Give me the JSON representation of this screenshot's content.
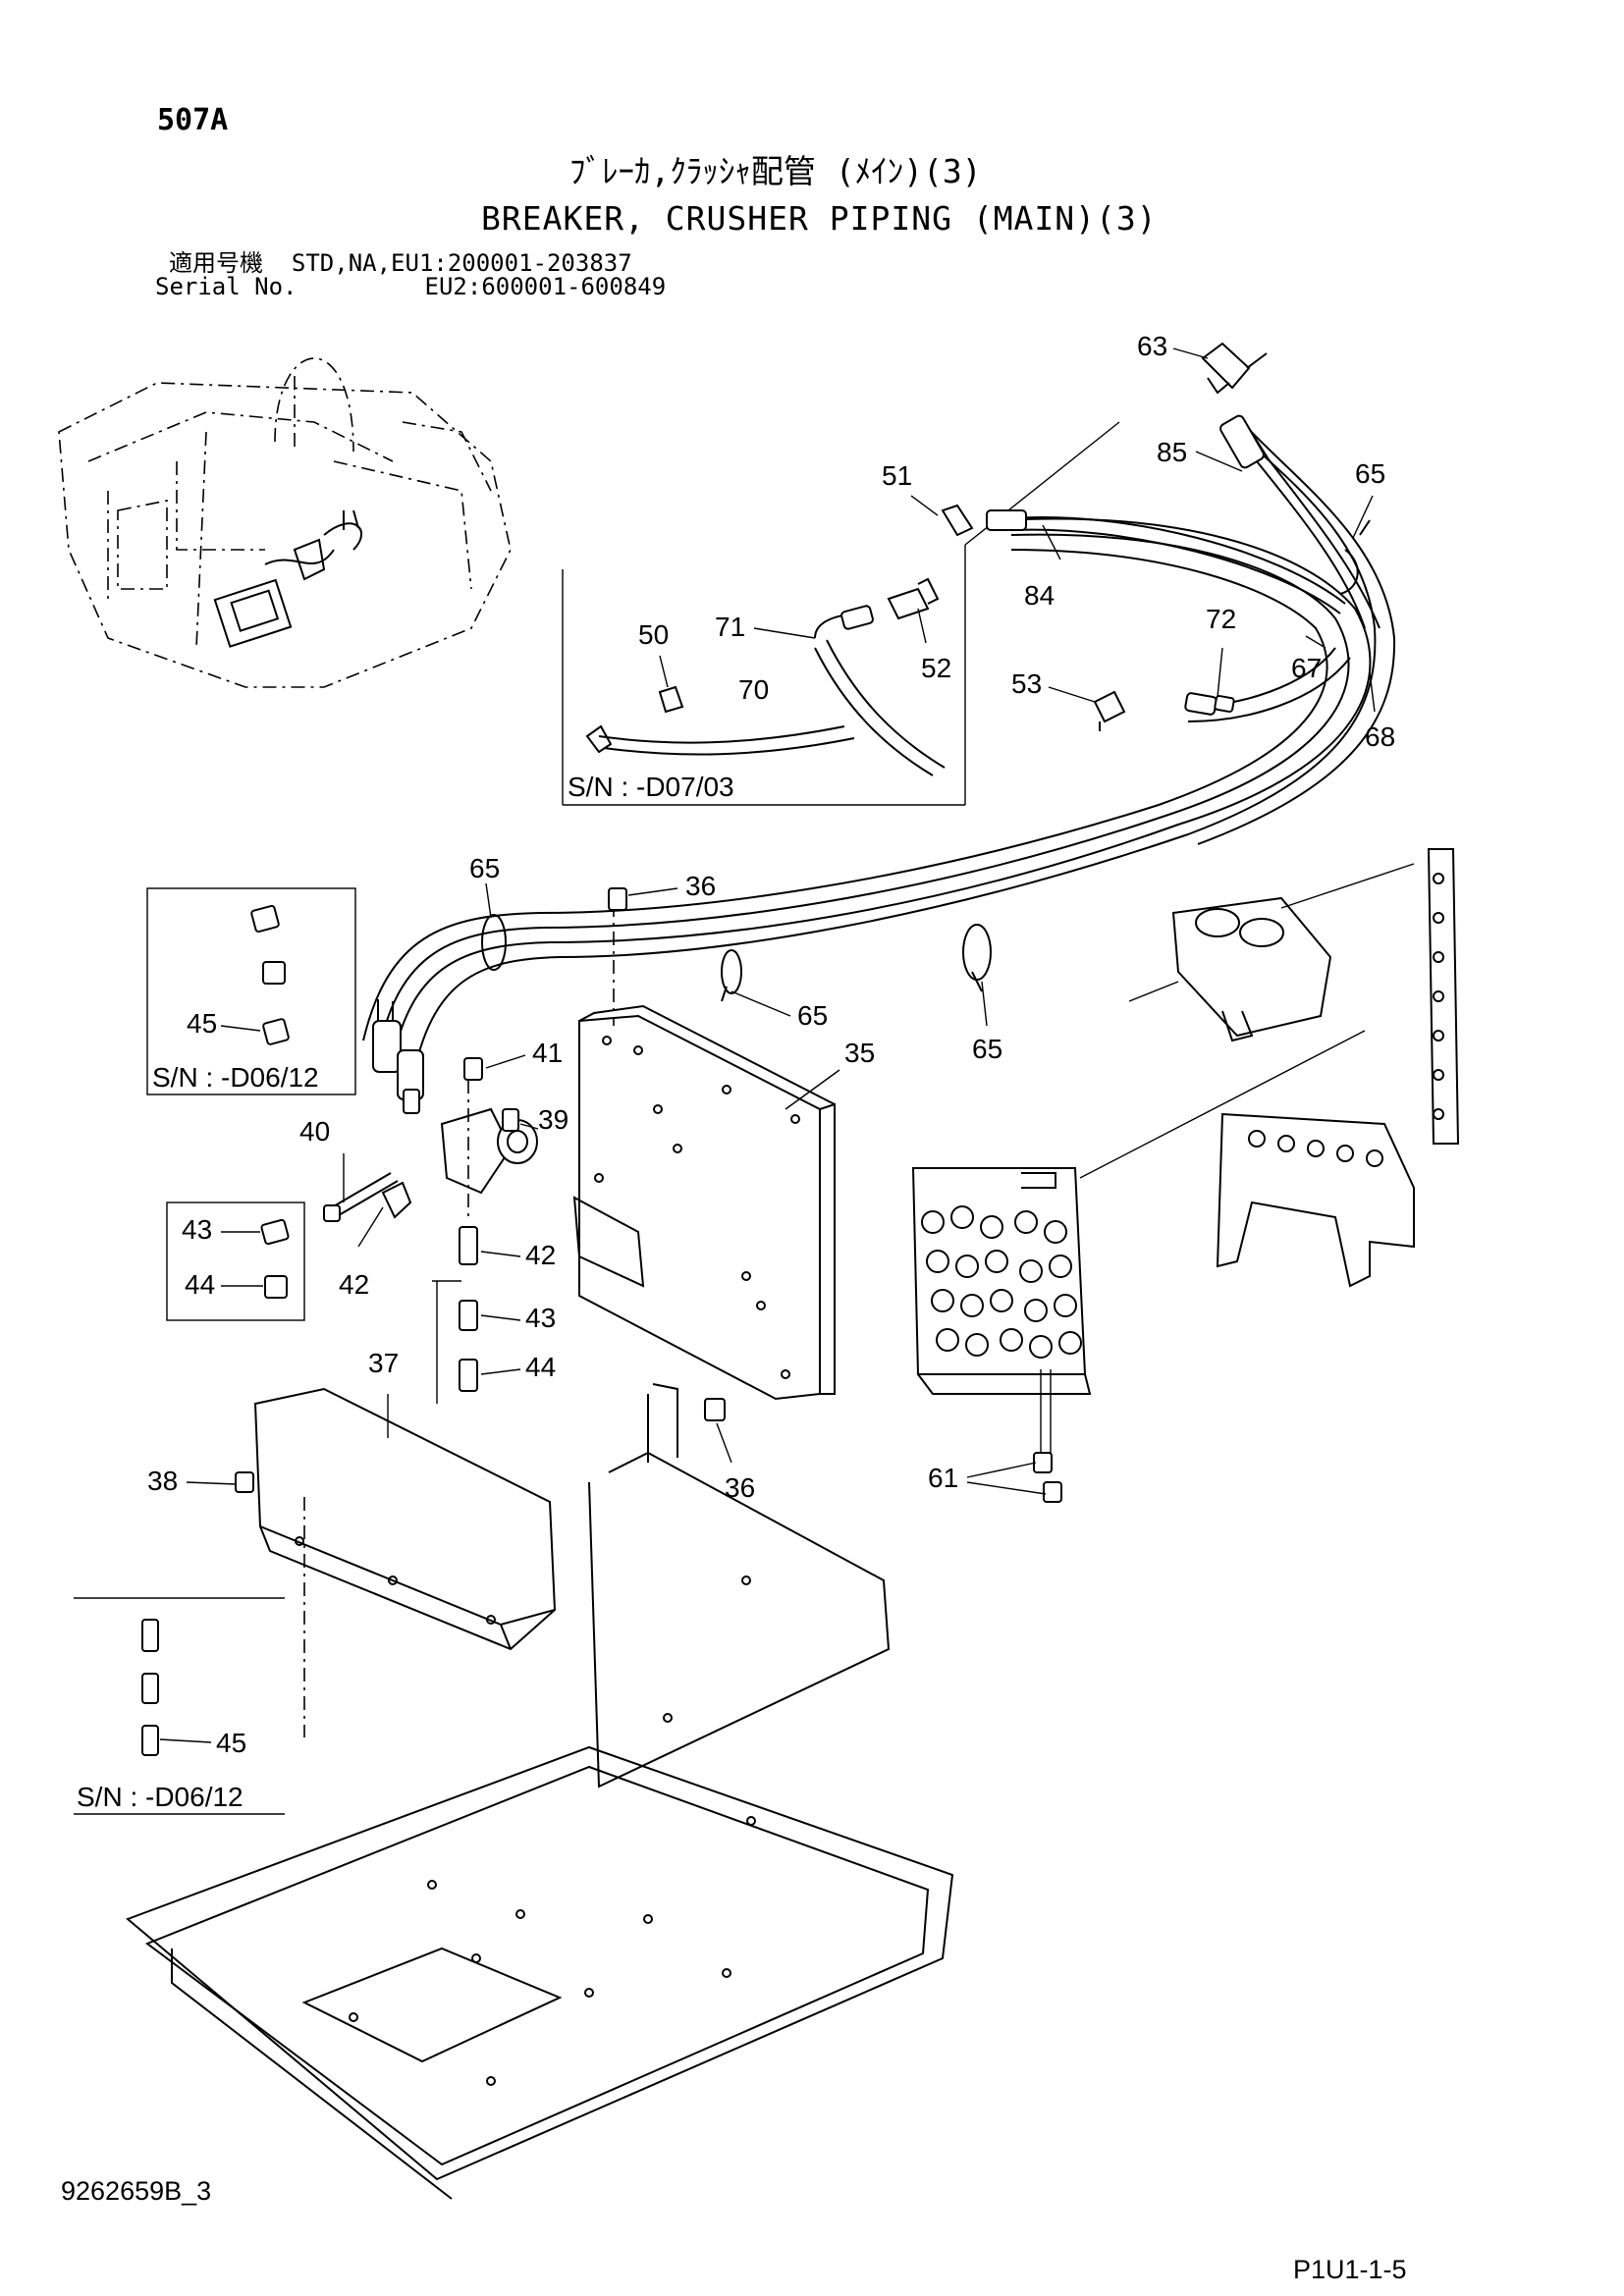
{
  "header": {
    "page_code": "507A",
    "title_jp": "ﾌﾞﾚｰｶ,ｸﾗｯｼｬ配管 (ﾒｲﾝ)(3)",
    "title_en": "BREAKER, CRUSHER PIPING (MAIN)(3)",
    "serial_line_1": "適用号機  STD,NA,EU1:200001-203837",
    "serial_line_2": "Serial No.         EU2:600001-600849"
  },
  "callouts": [
    "63",
    "85",
    "65",
    "51",
    "84",
    "71",
    "50",
    "70",
    "52",
    "72",
    "67",
    "53",
    "68",
    "65",
    "36",
    "45",
    "41",
    "35",
    "65",
    "65",
    "40",
    "39",
    "43",
    "42",
    "44",
    "42",
    "43",
    "44",
    "37",
    "38",
    "36",
    "61",
    "45"
  ],
  "sn_notes": [
    "S/N : -D07/03",
    "S/N : -D06/12",
    "S/N : -D06/12"
  ],
  "footer": {
    "doc_id": "9262659B_3",
    "page_ref": "P1U1-1-5"
  }
}
